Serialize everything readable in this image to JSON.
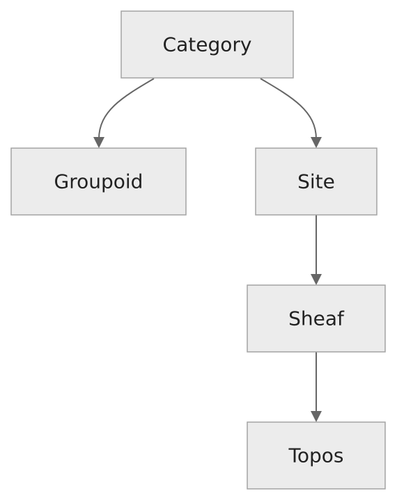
{
  "diagram": {
    "type": "flowchart",
    "direction": "top-down",
    "nodes": [
      {
        "id": "category",
        "label": "Category"
      },
      {
        "id": "groupoid",
        "label": "Groupoid"
      },
      {
        "id": "site",
        "label": "Site"
      },
      {
        "id": "sheaf",
        "label": "Sheaf"
      },
      {
        "id": "topos",
        "label": "Topos"
      }
    ],
    "edges": [
      {
        "from": "category",
        "to": "groupoid"
      },
      {
        "from": "category",
        "to": "site"
      },
      {
        "from": "site",
        "to": "sheaf"
      },
      {
        "from": "sheaf",
        "to": "topos"
      }
    ],
    "colors": {
      "node_fill": "#ececec",
      "node_border": "#a3a3a3",
      "edge": "#666666",
      "text": "#222222"
    }
  }
}
